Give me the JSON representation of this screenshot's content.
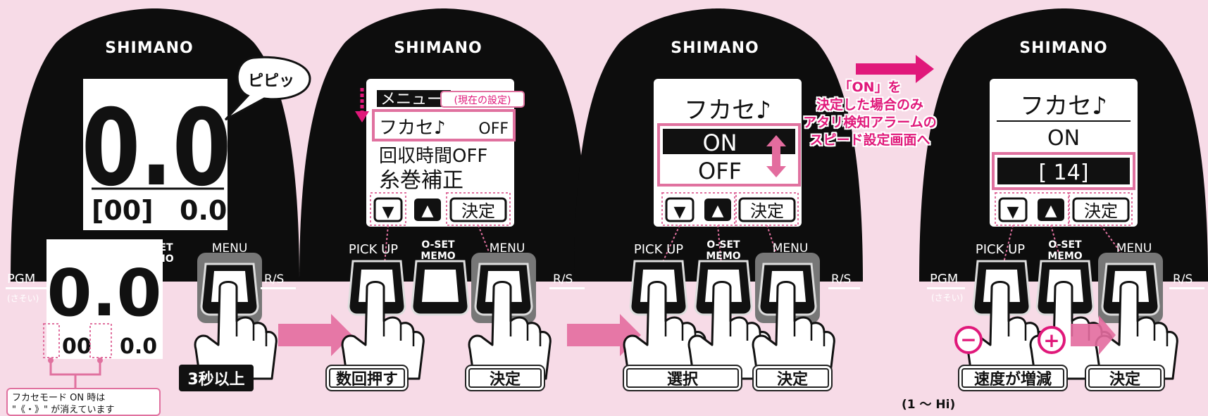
{
  "brand": "SHIMANO",
  "panel1": {
    "big_value": "0.0",
    "bottom_left": "[00]",
    "bottom_right": "0.0",
    "bubble": "ピピッ",
    "zoom_big": "0.0",
    "zoom_left": "00",
    "zoom_right": "0.0",
    "buttons": [
      "PGM",
      "(さそい)",
      "O-SET",
      "MEMO",
      "MENU",
      "R/S"
    ],
    "action": "3秒以上",
    "note": [
      "フカセモード ON 時は",
      "\"《・》\" が消えています"
    ]
  },
  "panel2": {
    "menu_title": "メニュー",
    "current_setting_note": "(現在の設定)",
    "item1_label": "フカセ♪",
    "item1_value": "OFF",
    "item2": "回収時間OFF",
    "item3": "糸巻補正",
    "softkeys": [
      "▼",
      "▲",
      "決定"
    ],
    "buttons": [
      "PICK UP",
      "O-SET",
      "MEMO",
      "MENU",
      "R/S"
    ],
    "action_left": "数回押す",
    "action_right": "決定"
  },
  "panel3": {
    "title": "フカセ♪",
    "option_on": "ON",
    "option_off": "OFF",
    "softkeys": [
      "▼",
      "▲",
      "決定"
    ],
    "buttons": [
      "PICK UP",
      "O-SET",
      "MEMO",
      "MENU",
      "R/S"
    ],
    "action_left": "選択",
    "action_right": "決定"
  },
  "note_between": [
    "「ON」を",
    "決定した場合のみ",
    "アタリ検知アラームの",
    "スピード設定画面へ"
  ],
  "panel4": {
    "title": "フカセ♪",
    "value": "ON",
    "speed": "[ 14]",
    "softkeys": [
      "▼",
      "▲",
      "決定"
    ],
    "buttons": [
      "PGM",
      "(さそい)",
      "PICK UP",
      "O-SET",
      "MEMO",
      "MENU",
      "R/S"
    ],
    "minus": "−",
    "plus": "+",
    "action_left": "速度が増減",
    "action_right": "決定",
    "range": "(1 〜 Hi)"
  },
  "colors": {
    "bg": "#f7dbe7",
    "pink": "#e0187a",
    "pink_light": "#e0719f",
    "body": "#0d0d0d"
  }
}
